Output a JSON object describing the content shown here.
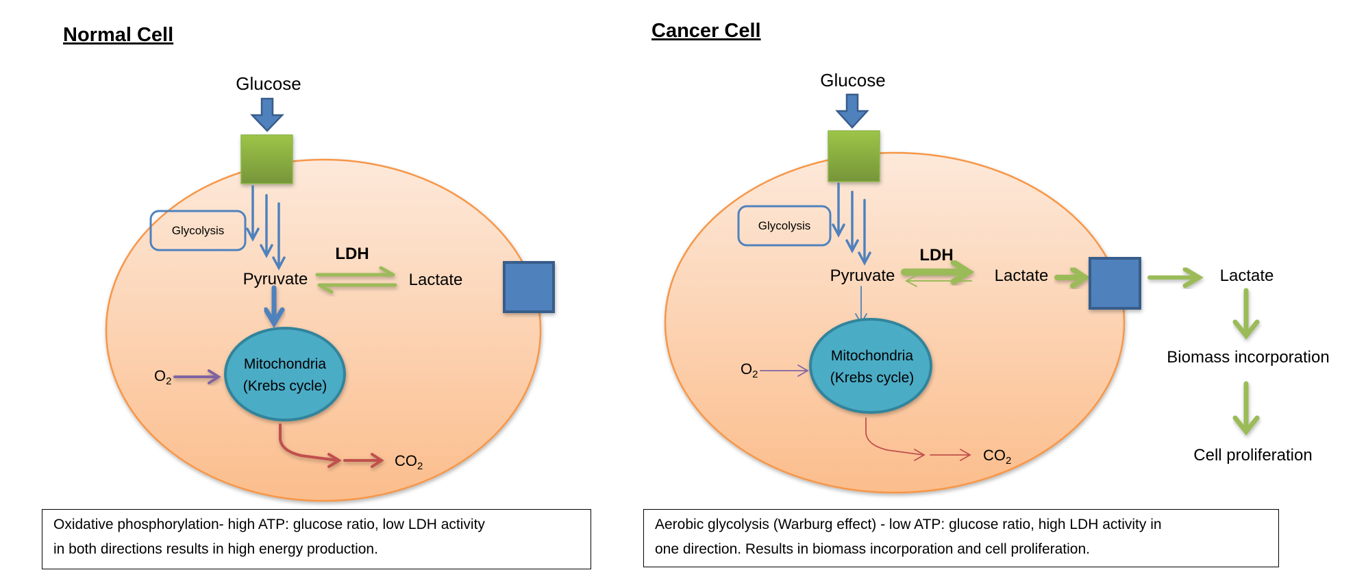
{
  "normal": {
    "title": "Normal Cell",
    "glucose": "Glucose",
    "glycolysis": "Glycolysis",
    "pyruvate": "Pyruvate",
    "ldh": "LDH",
    "lactate": "Lactate",
    "mito_line1": "Mitochondria",
    "mito_line2": "(Krebs cycle)",
    "o2": "O",
    "o2_sub": "2",
    "co2": "CO",
    "co2_sub": "2",
    "caption_line1": "Oxidative phosphorylation- high ATP: glucose ratio, low LDH activity",
    "caption_line2": "in both directions results in high energy production."
  },
  "cancer": {
    "title": "Cancer Cell",
    "glucose": "Glucose",
    "glycolysis": "Glycolysis",
    "pyruvate": "Pyruvate",
    "ldh": "LDH",
    "lactate": "Lactate",
    "lactate_outside": "Lactate",
    "biomass": "Biomass incorporation",
    "proliferation": "Cell proliferation",
    "mito_line1": "Mitochondria",
    "mito_line2": "(Krebs cycle)",
    "o2": "O",
    "o2_sub": "2",
    "co2": "CO",
    "co2_sub": "2",
    "caption_line1": "Aerobic glycolysis (Warburg effect) - low ATP: glucose ratio, high LDH activity in",
    "caption_line2": "one direction.  Results in biomass incorporation and cell proliferation."
  },
  "colors": {
    "cell_fill_top": "#fde6d6",
    "cell_fill_bottom": "#fbbf8f",
    "cell_stroke": "#f79646",
    "transporter_green": "#8db84a",
    "transporter_blue": "#4f81bd",
    "pathway_blue": "#4f81bd",
    "ldh_green": "#9bbb59",
    "mito_fill": "#4bacc6",
    "mito_stroke": "#31849b",
    "o2_purple": "#8064a2",
    "co2_red": "#c0504d"
  }
}
